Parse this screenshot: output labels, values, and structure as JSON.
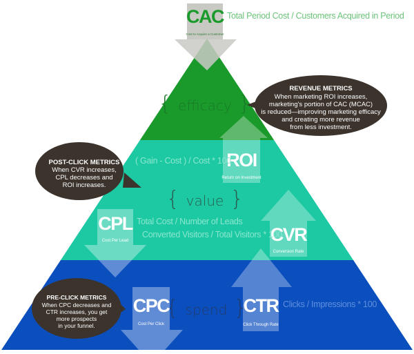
{
  "colors": {
    "efficacy_band": "#1b9a2c",
    "value_band": "#1dc9a3",
    "spend_band": "#0b4fbf",
    "bubble": "#3b332c",
    "cac_box": "#c9c9c4",
    "cac_text": "#1b9a2c",
    "cac_formula": "#6cc47a"
  },
  "cac": {
    "acronym": "CAC",
    "name": "Cost to Acquire a Customer",
    "formula": "Total Period Cost / Customers Acquired in Period"
  },
  "bands": {
    "efficacy": "efficacy",
    "value": "value",
    "spend": "spend"
  },
  "roi": {
    "acronym": "ROI",
    "name": "Return on Investment",
    "formula": "( Gain - Cost ) / Cost * 100",
    "direction": "up"
  },
  "cpl": {
    "acronym": "CPL",
    "name": "Cost Per Lead",
    "formula": "Total Cost / Number of Leads",
    "direction": "down"
  },
  "cvr": {
    "acronym": "CVR",
    "name": "Conversion Rate",
    "formula": "Converted Visitors / Total Visitors * 100",
    "direction": "up"
  },
  "cpc": {
    "acronym": "CPC",
    "name": "Cost Per Click",
    "direction": "down"
  },
  "ctr": {
    "acronym": "CTR",
    "name": "Click Through Rate",
    "formula": "Clicks / Impressions * 100",
    "direction": "up"
  },
  "bubbles": {
    "revenue": {
      "title": "REVENUE METRICS",
      "lines": [
        "When marketing ROI increases,",
        "marketing's portion of CAC (MCAC)",
        "is reduced—improving marketing efficacy",
        "and creating more revenue",
        "from less investment."
      ]
    },
    "post_click": {
      "title": "POST-CLICK METRICS",
      "lines": [
        "When CVR increases,",
        "CPL decreases and",
        "ROI increases."
      ]
    },
    "pre_click": {
      "title": "PRE-CLICK METRICS",
      "lines": [
        "When CPC decreases and",
        "CTR increases, you get",
        "more prospects",
        "in your funnel."
      ]
    }
  }
}
